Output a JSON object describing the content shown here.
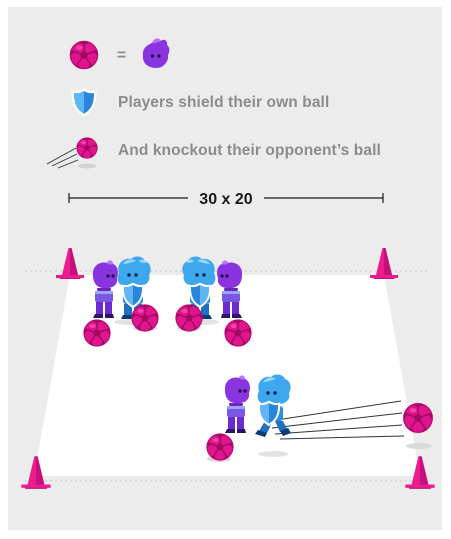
{
  "legend": {
    "equals_sign": "=",
    "shield_text": "Players shield their own ball",
    "knockout_text": "And knockout their opponent’s ball"
  },
  "field": {
    "dimension_label": "30 x 20"
  },
  "icons": {
    "ball": "soccer-ball-icon",
    "attacker": "purple-player-icon",
    "defender": "blue-player-icon",
    "shield": "shield-icon",
    "cone": "cone-icon"
  },
  "colors": {
    "background_panel": "#ececec",
    "pitch": "#ffffff",
    "ball_magenta": "#e0148c",
    "cone_pink": "#ec1c8c",
    "attacker_purple": "#8a34e0",
    "defender_blue": "#3ea8ef",
    "shield_blue": "#2a86d8",
    "label_grey": "#8c8c8c"
  }
}
